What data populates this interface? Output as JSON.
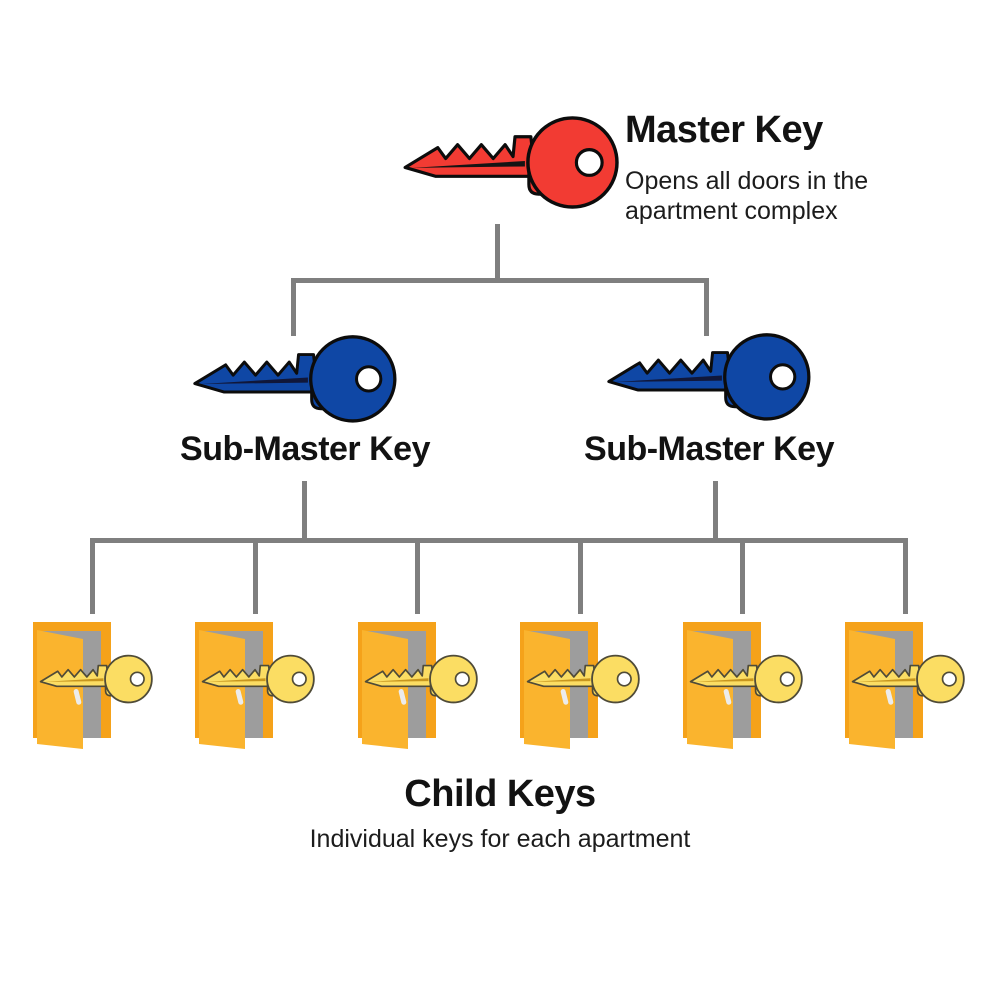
{
  "diagram": {
    "master": {
      "title": "Master Key",
      "description_line1": "Opens all doors in the",
      "description_line2": "apartment complex"
    },
    "sub_masters": [
      {
        "label": "Sub-Master Key"
      },
      {
        "label": "Sub-Master Key"
      }
    ],
    "children": {
      "title": "Child Keys",
      "description": "Individual keys for each apartment",
      "count": 6
    },
    "colors": {
      "master_key": "#f23b33",
      "sub_master_key": "#0f47a5",
      "child_key": "#fbdd63",
      "child_key_outline": "#4f4b38",
      "child_key_groove": "#c8961e",
      "door_frame": "#f5a21a",
      "door_panel": "#fab42e",
      "doorway": "#9d9d9d",
      "door_handle": "#ececec",
      "connector": "#7f7f7f",
      "text": "#121212"
    }
  }
}
